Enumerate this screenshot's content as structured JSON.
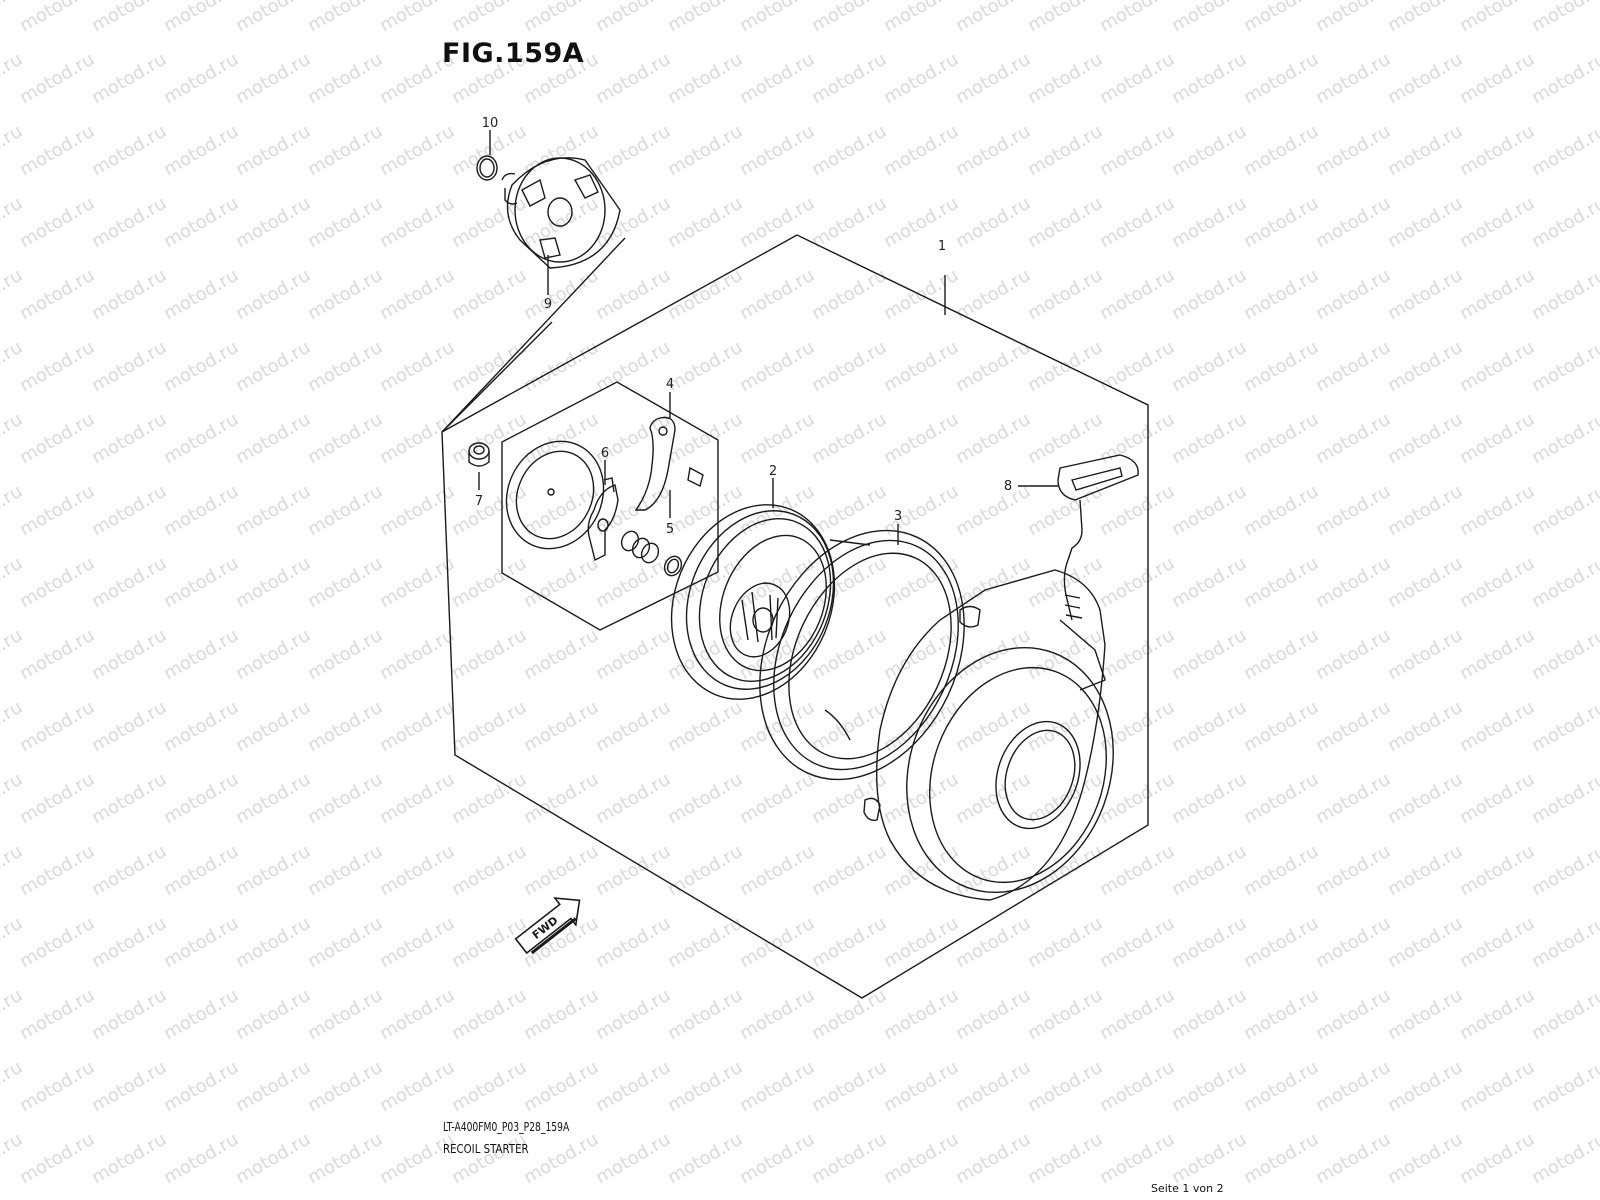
{
  "figure": {
    "title": "FIG.159A",
    "code": "LT-A400FM0_P03_P28_159A",
    "name": "RECOIL STARTER",
    "page": "Seite 1 von 2",
    "watermark": "motod.ru",
    "fwd_label": "FWD"
  },
  "callouts": [
    "1",
    "2",
    "3",
    "4",
    "5",
    "6",
    "7",
    "8",
    "9",
    "10"
  ],
  "colors": {
    "line": "#1a1a1a",
    "watermark": "#d9d9d9",
    "background": "#ffffff"
  }
}
